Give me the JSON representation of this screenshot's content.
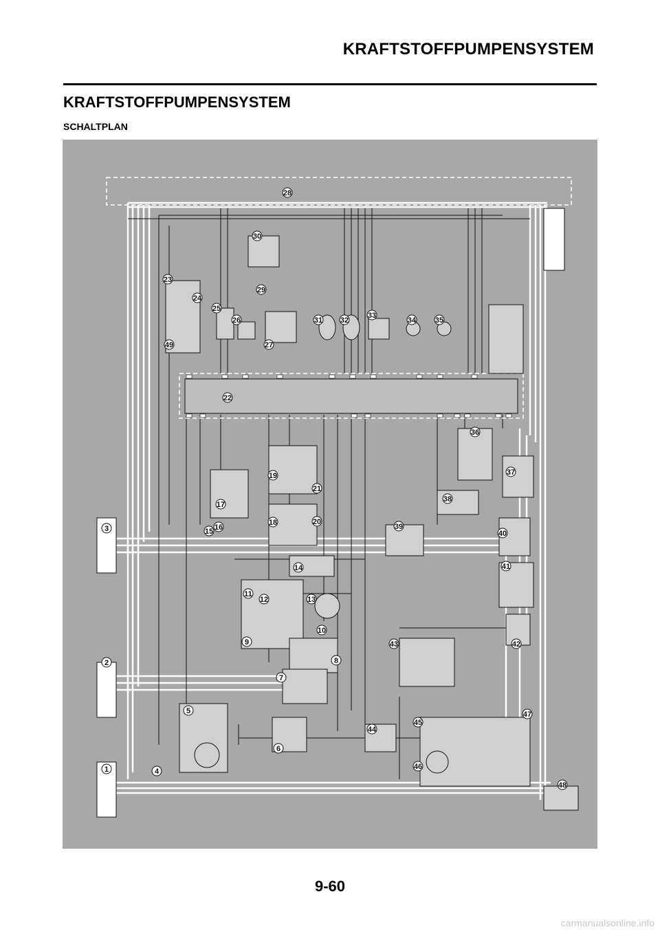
{
  "header": {
    "running_title": "KRAFTSTOFFPUMPENSYSTEM"
  },
  "page": {
    "title": "KRAFTSTOFFPUMPENSYSTEM",
    "section": "SCHALTPLAN",
    "number": "9-60"
  },
  "diagram": {
    "description_labels": {
      "ecu": "22",
      "top_connector": "28",
      "c1": "1",
      "c2": "2",
      "c3": "3",
      "c4": "4",
      "c5": "5",
      "c6": "6",
      "c7": "7",
      "c8": "8",
      "c9": "9",
      "c10": "10",
      "c11": "11",
      "c12": "12",
      "c13": "13",
      "c14": "14",
      "c15": "15",
      "c16": "16",
      "c17": "17",
      "c18": "18",
      "c19": "19",
      "c20": "20",
      "c21": "21",
      "c23": "23",
      "c24": "24",
      "c25": "25",
      "c26": "26",
      "c27": "27",
      "c29": "29",
      "c30": "30",
      "c31": "31",
      "c32": "32",
      "c33": "33",
      "c34": "34",
      "c35": "35",
      "c36": "36",
      "c37": "37",
      "c38": "38",
      "c39": "39",
      "c40": "40",
      "c41": "41",
      "c42": "42",
      "c43": "43",
      "c44": "44",
      "c45": "45",
      "c46": "46",
      "c47": "47",
      "c48": "48",
      "c49": "49"
    },
    "background_color": "#a8a8a8",
    "wire_color": "#ffffff",
    "line_color": "#111111"
  },
  "watermark": "carmanualsonline.info"
}
